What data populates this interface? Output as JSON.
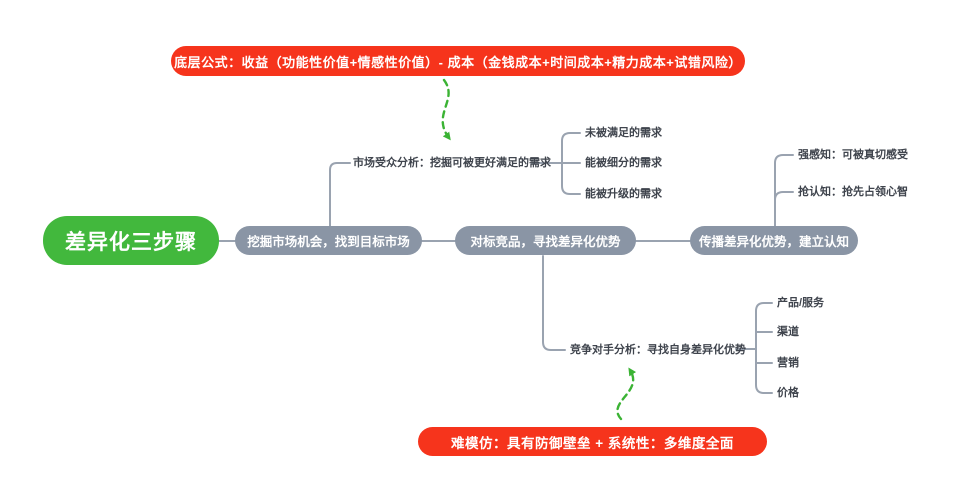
{
  "colors": {
    "banner_red": "#f6341c",
    "root_green": "#42b83d",
    "node_gray": "#8a95a5",
    "line_gray": "#9aa3b0",
    "arrow_green": "#3bb334",
    "label_text": "#3f444d"
  },
  "banners": {
    "top": "底层公式：收益（功能性价值+情感性价值）- 成本（金钱成本+时间成本+精力成本+试错风险）",
    "bottom": "难模仿：具有防御壁垒 + 系统性：多维度全面"
  },
  "root": {
    "label": "差异化三步骤"
  },
  "steps": [
    {
      "label": "挖掘市场机会，找到目标市场"
    },
    {
      "label": "对标竞品，寻找差异化优势"
    },
    {
      "label": "传播差异化优势，建立认知"
    }
  ],
  "branches": {
    "market": {
      "label": "市场受众分析：挖掘可被更好满足的需求",
      "children": [
        "未被满足的需求",
        "能被细分的需求",
        "能被升级的需求"
      ]
    },
    "competitor": {
      "label": "竞争对手分析：寻找自身差异化优势",
      "children": [
        "产品/服务",
        "渠道",
        "营销",
        "价格"
      ]
    },
    "spread": {
      "children": [
        "强感知：可被真切感受",
        "抢认知：抢先占领心智"
      ]
    }
  }
}
